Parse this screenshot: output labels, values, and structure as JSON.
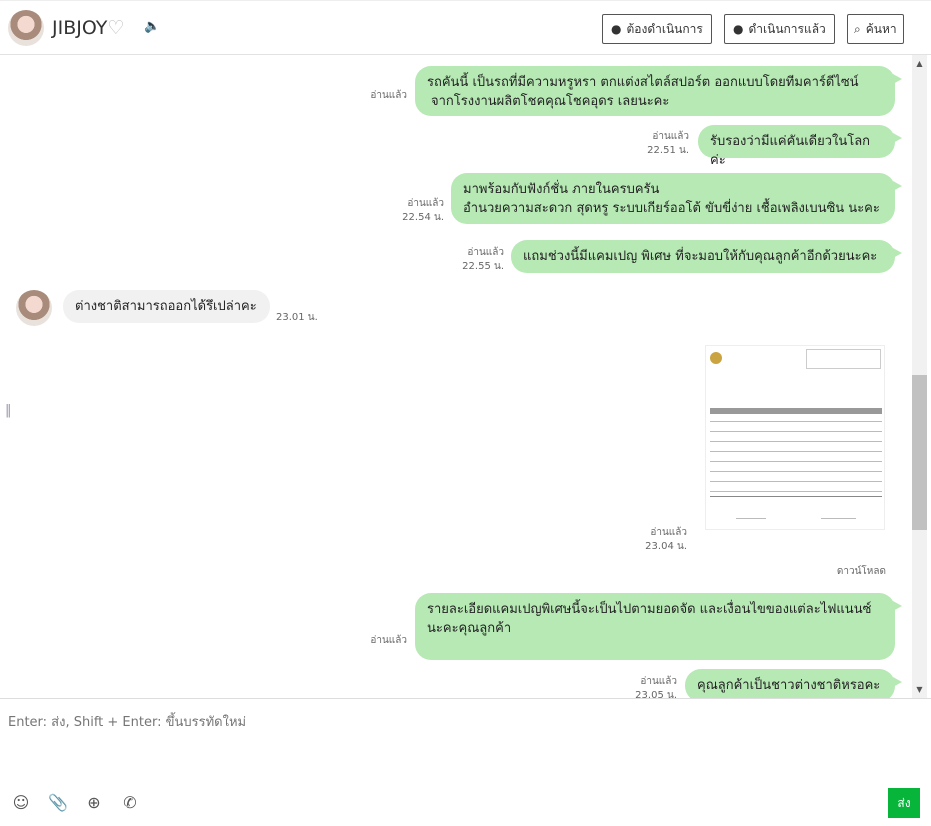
{
  "header": {
    "name": "JIBJOY",
    "heart": "♡",
    "buttons": [
      {
        "label": "ต้องดำเนินการ",
        "icon": "speech-bubble-icon"
      },
      {
        "label": "ดำเนินการแล้ว",
        "icon": "check-bubble-icon"
      },
      {
        "label": "ค้นหา",
        "icon": "search-icon"
      }
    ]
  },
  "messages": [
    {
      "dir": "out",
      "lines": [
        "รถคันนี้ เป็นรถที่มีความหรูหรา ตกแต่งสไตล์สปอร์ต  ออกแบบโดยทีมคาร์ดีไซน์",
        "จากโรงงานผลิตโชคคุณโชคอุดร เลยนะคะ"
      ],
      "read": "อ่านแล้ว",
      "time": ""
    },
    {
      "dir": "out",
      "lines": [
        "รับรองว่ามีแค่คันเดียวในโลกค่ะ"
      ],
      "read": "อ่านแล้ว",
      "time": "22.51 น."
    },
    {
      "dir": "out",
      "lines": [
        "มาพร้อมกับฟังก์ชั่น ภายในครบครัน",
        "อำนวยความสะดวก สุดหรู ระบบเกียร์ออโต้ ขับขี่ง่าย  เชื้อเพลิงเบนซิน นะคะ"
      ],
      "read": "อ่านแล้ว",
      "time": "22.54 น."
    },
    {
      "dir": "out",
      "lines": [
        "แถมช่วงนี้มีแคมเปญ พิเศษ ที่จะมอบให้กับคุณลูกค้าอีกด้วยนะคะ"
      ],
      "read": "อ่านแล้ว",
      "time": "22.55 น."
    },
    {
      "dir": "in",
      "lines": [
        "ต่างชาติสามารถออกได้รึเปล่าคะ"
      ],
      "time": "23.01 น."
    },
    {
      "dir": "out",
      "type": "image",
      "read": "อ่านแล้ว",
      "time": "23.04 น.",
      "download": "ดาวน์โหลด"
    },
    {
      "dir": "out",
      "lines": [
        "รายละเอียดแคมเปญพิเศษนี้จะเป็นไปตามยอดจัด และเงื่อนไขของแต่ละไฟแนนซ์",
        "นะคะคุณลูกค้า"
      ],
      "read": "อ่านแล้ว",
      "time": ""
    },
    {
      "dir": "out",
      "lines": [
        "คุณลูกค้าเป็นชาวต่างชาติหรอคะ"
      ],
      "read": "อ่านแล้ว",
      "time": "23.05 น."
    }
  ],
  "composer": {
    "placeholder": "Enter: ส่ง, Shift + Enter: ขึ้นบรรทัดใหม่",
    "send": "ส่ง",
    "tools": [
      "smiley-icon",
      "paperclip-icon",
      "plus-bubble-icon",
      "phone-bubble-icon"
    ]
  },
  "colors": {
    "bubble": "#b7e9b5",
    "send": "#07b53b"
  }
}
